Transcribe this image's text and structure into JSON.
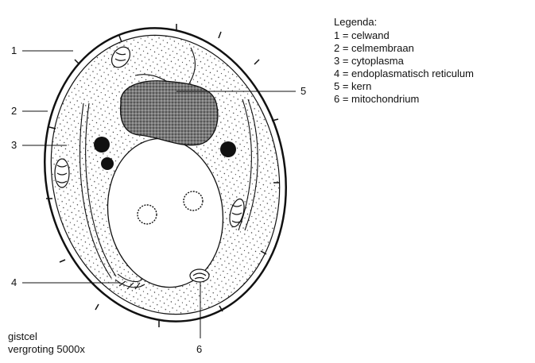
{
  "legend": {
    "title": "Legenda:",
    "items": [
      "1 = celwand",
      "2 = celmembraan",
      "3 = cytoplasma",
      "4 = endoplasmatisch reticulum",
      "5 = kern",
      "6 = mitochondrium"
    ]
  },
  "callouts": {
    "n1": "1",
    "n2": "2",
    "n3": "3",
    "n4": "4",
    "n5": "5",
    "n6": "6"
  },
  "caption": {
    "line1": "gistcel",
    "line2": "vergroting 5000x"
  },
  "colors": {
    "ink": "#111111",
    "nucleus_fill": "#6e6e6e"
  }
}
